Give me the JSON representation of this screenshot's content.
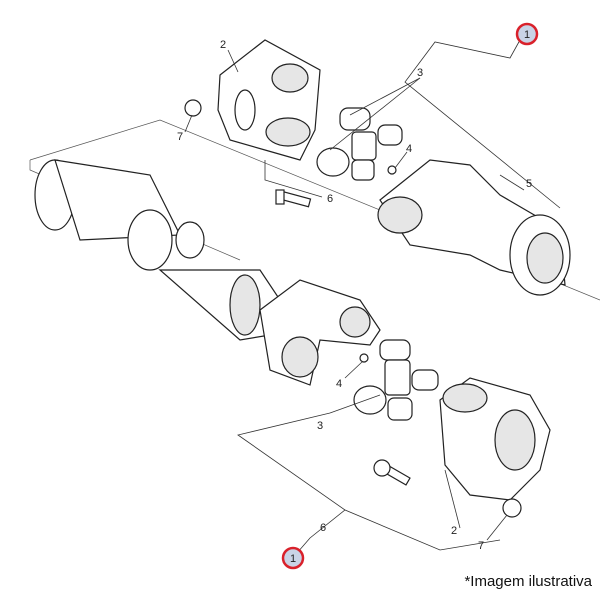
{
  "caption": "*Imagem ilustrativa",
  "callouts": {
    "top": {
      "c1": "1",
      "c2": "2",
      "c3": "3",
      "c4": "4",
      "c5": "5",
      "c6": "6",
      "c7": "7"
    },
    "bottom": {
      "c1": "1",
      "c2": "2",
      "c3": "3",
      "c4": "4",
      "c6": "6",
      "c7": "7"
    }
  },
  "colors": {
    "callout_ring": "#d9212b",
    "callout_fill": "#c9d3e6"
  }
}
